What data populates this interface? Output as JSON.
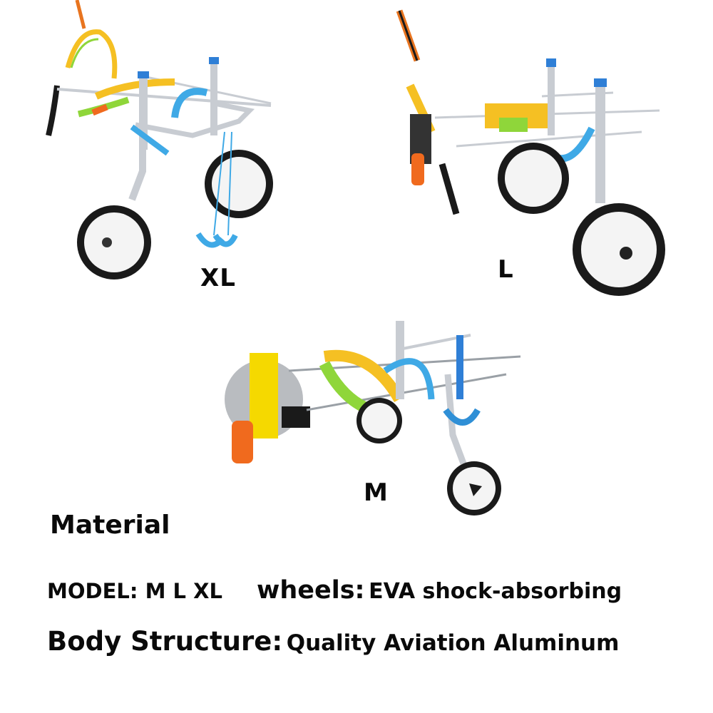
{
  "products": [
    {
      "size_label": "XL",
      "name": "xl-wheelchair"
    },
    {
      "size_label": "L",
      "name": "l-wheelchair"
    },
    {
      "size_label": "M",
      "name": "m-wheelchair"
    }
  ],
  "section": {
    "heading": "Material"
  },
  "specs": {
    "model_key": "MODEL:",
    "model_value": "M L XL",
    "wheels_key": "wheels:",
    "wheels_value": "EVA shock-absorbing",
    "body_key": "Body Structure:",
    "body_value": "Quality Aviation Aluminum"
  },
  "colors": {
    "frame": "#c8ccd2",
    "strap_yellow": "#f5c023",
    "pad_green": "#8fd63a",
    "accent_blue": "#3fa9e6",
    "strap_orange": "#f06a1e",
    "tire_black": "#1a1a1a",
    "hub_white": "#f4f4f4"
  }
}
